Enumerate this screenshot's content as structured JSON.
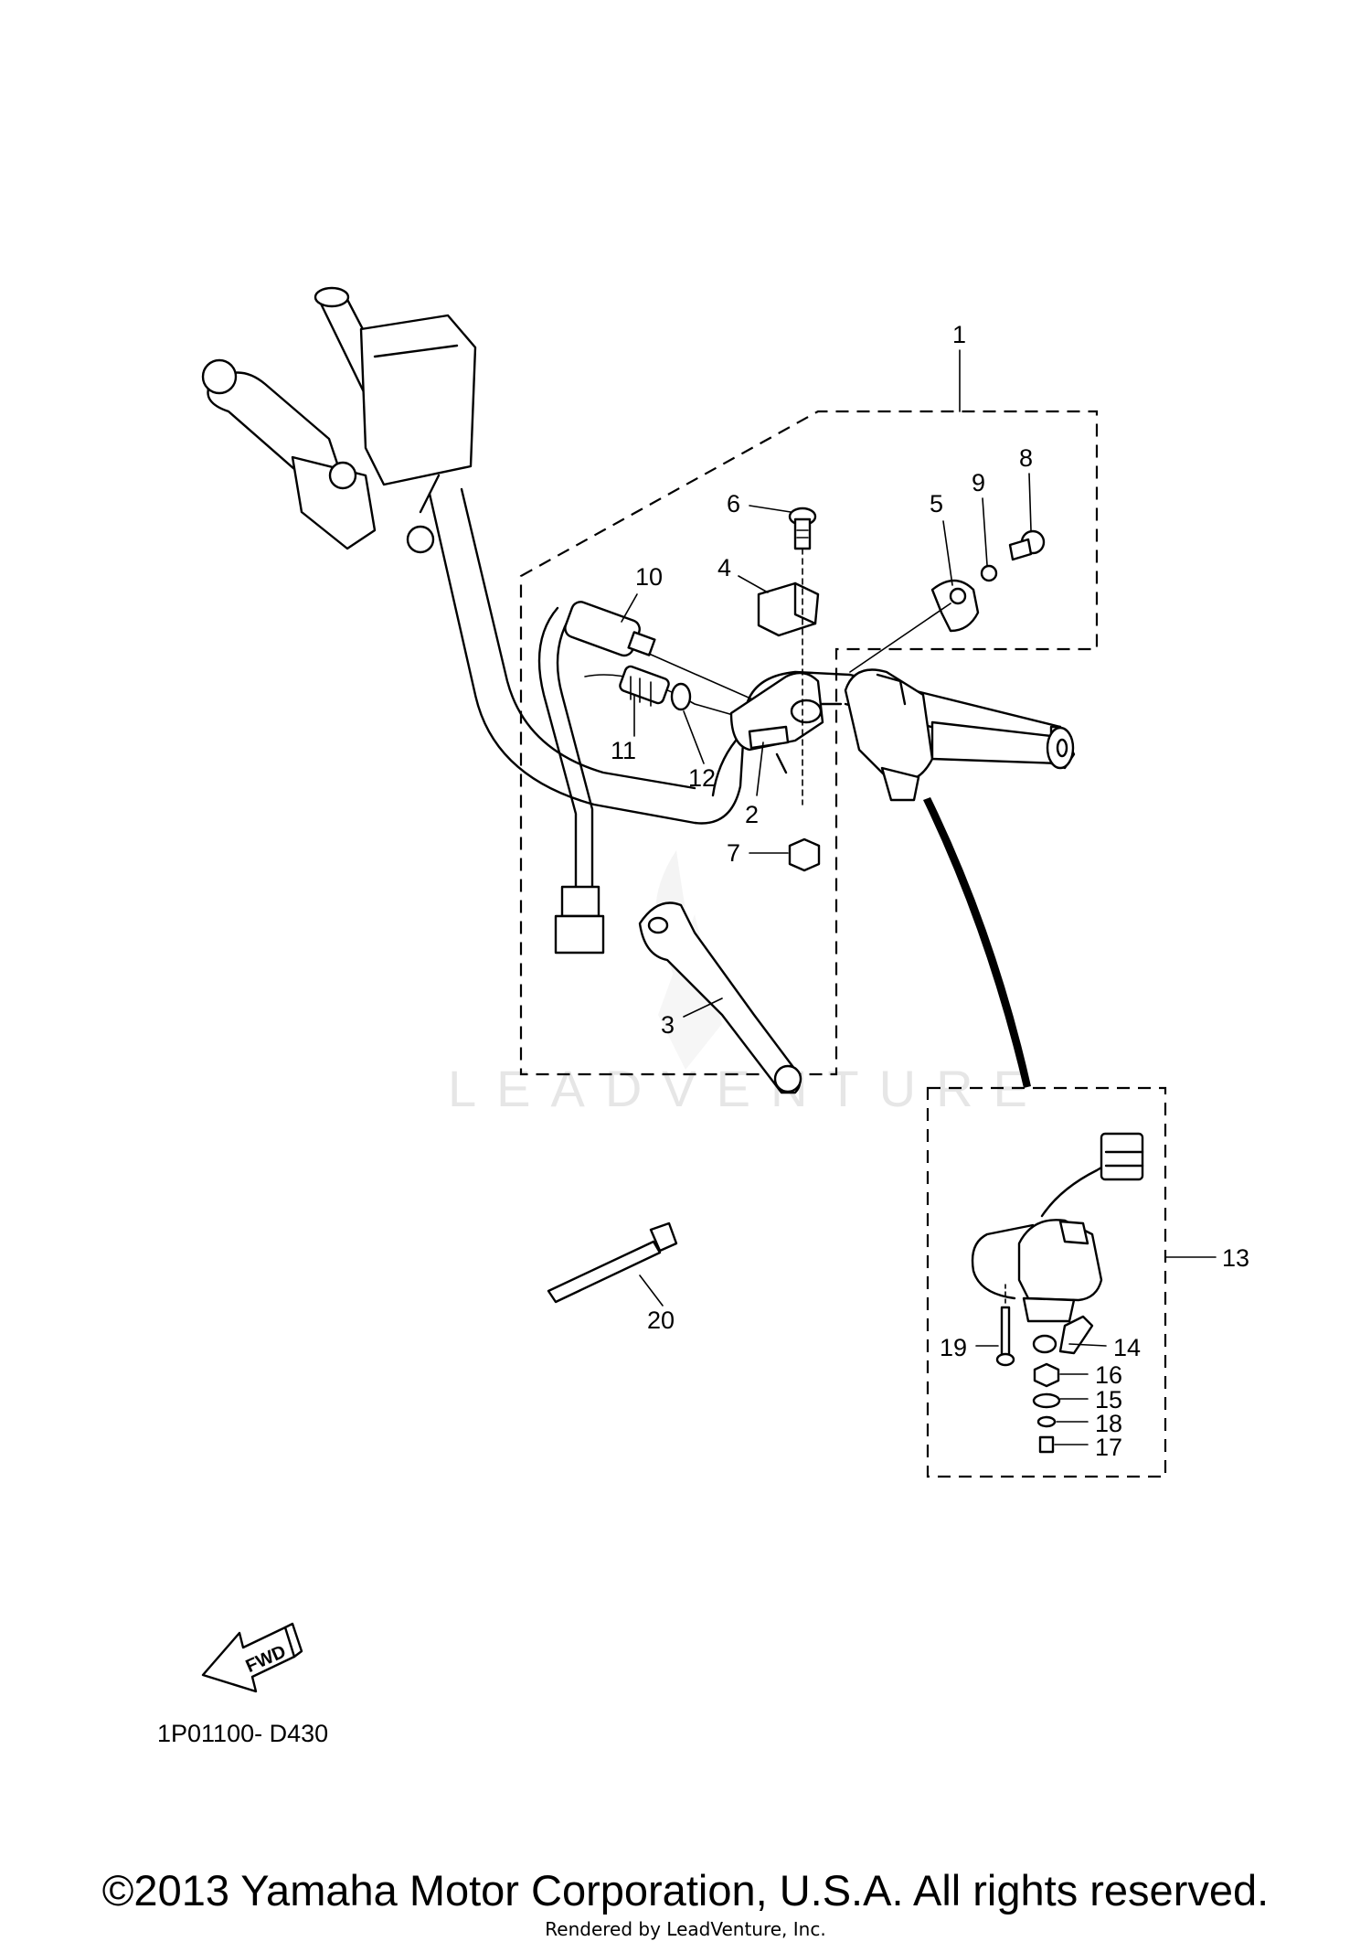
{
  "watermark": "LEADVENTURE",
  "callouts": [
    {
      "id": "c1",
      "text": "1"
    },
    {
      "id": "c2",
      "text": "2"
    },
    {
      "id": "c3",
      "text": "3"
    },
    {
      "id": "c4",
      "text": "4"
    },
    {
      "id": "c5",
      "text": "5"
    },
    {
      "id": "c6",
      "text": "6"
    },
    {
      "id": "c7",
      "text": "7"
    },
    {
      "id": "c8",
      "text": "8"
    },
    {
      "id": "c9",
      "text": "9"
    },
    {
      "id": "c10",
      "text": "10"
    },
    {
      "id": "c11",
      "text": "11"
    },
    {
      "id": "c12",
      "text": "12"
    },
    {
      "id": "c13",
      "text": "13"
    },
    {
      "id": "c14",
      "text": "14"
    },
    {
      "id": "c15",
      "text": "15"
    },
    {
      "id": "c16",
      "text": "16"
    },
    {
      "id": "c17",
      "text": "17"
    },
    {
      "id": "c18",
      "text": "18"
    },
    {
      "id": "c19",
      "text": "19"
    },
    {
      "id": "c20",
      "text": "20"
    }
  ],
  "fwd_label": "FWD",
  "diagram_code": "1P01100- D430",
  "copyright": "©2013 Yamaha Motor Corporation, U.S.A. All rights reserved.",
  "rendered_by": "Rendered by LeadVenture, Inc."
}
